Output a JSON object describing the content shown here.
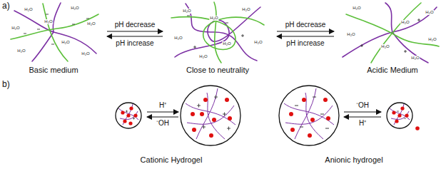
{
  "diagram": {
    "labels": [
      "a)",
      "Basic medium",
      "pH decrease",
      "pH increase",
      "Close to neutrality",
      "pH decrease",
      "pH increase",
      "Acidic Medium",
      "b)",
      "H⁺",
      "⁻OH",
      "Cationic Hydrogel",
      "⁻OH",
      "H⁺",
      "Anionic hydrogel",
      "H₂O",
      "H₂O",
      "H₂O",
      "H₂O",
      "H₂O",
      "H₂O",
      "H₂O",
      "H₂O",
      "H₂O",
      "H₂O",
      "H₂O",
      "H₂O",
      "H₂O",
      "H₂O",
      "H₂O",
      "H₂O",
      "H₂O",
      "H₂O",
      "H₂O",
      "H₂O",
      "H₂O",
      "H₂O"
    ]
  }
}
